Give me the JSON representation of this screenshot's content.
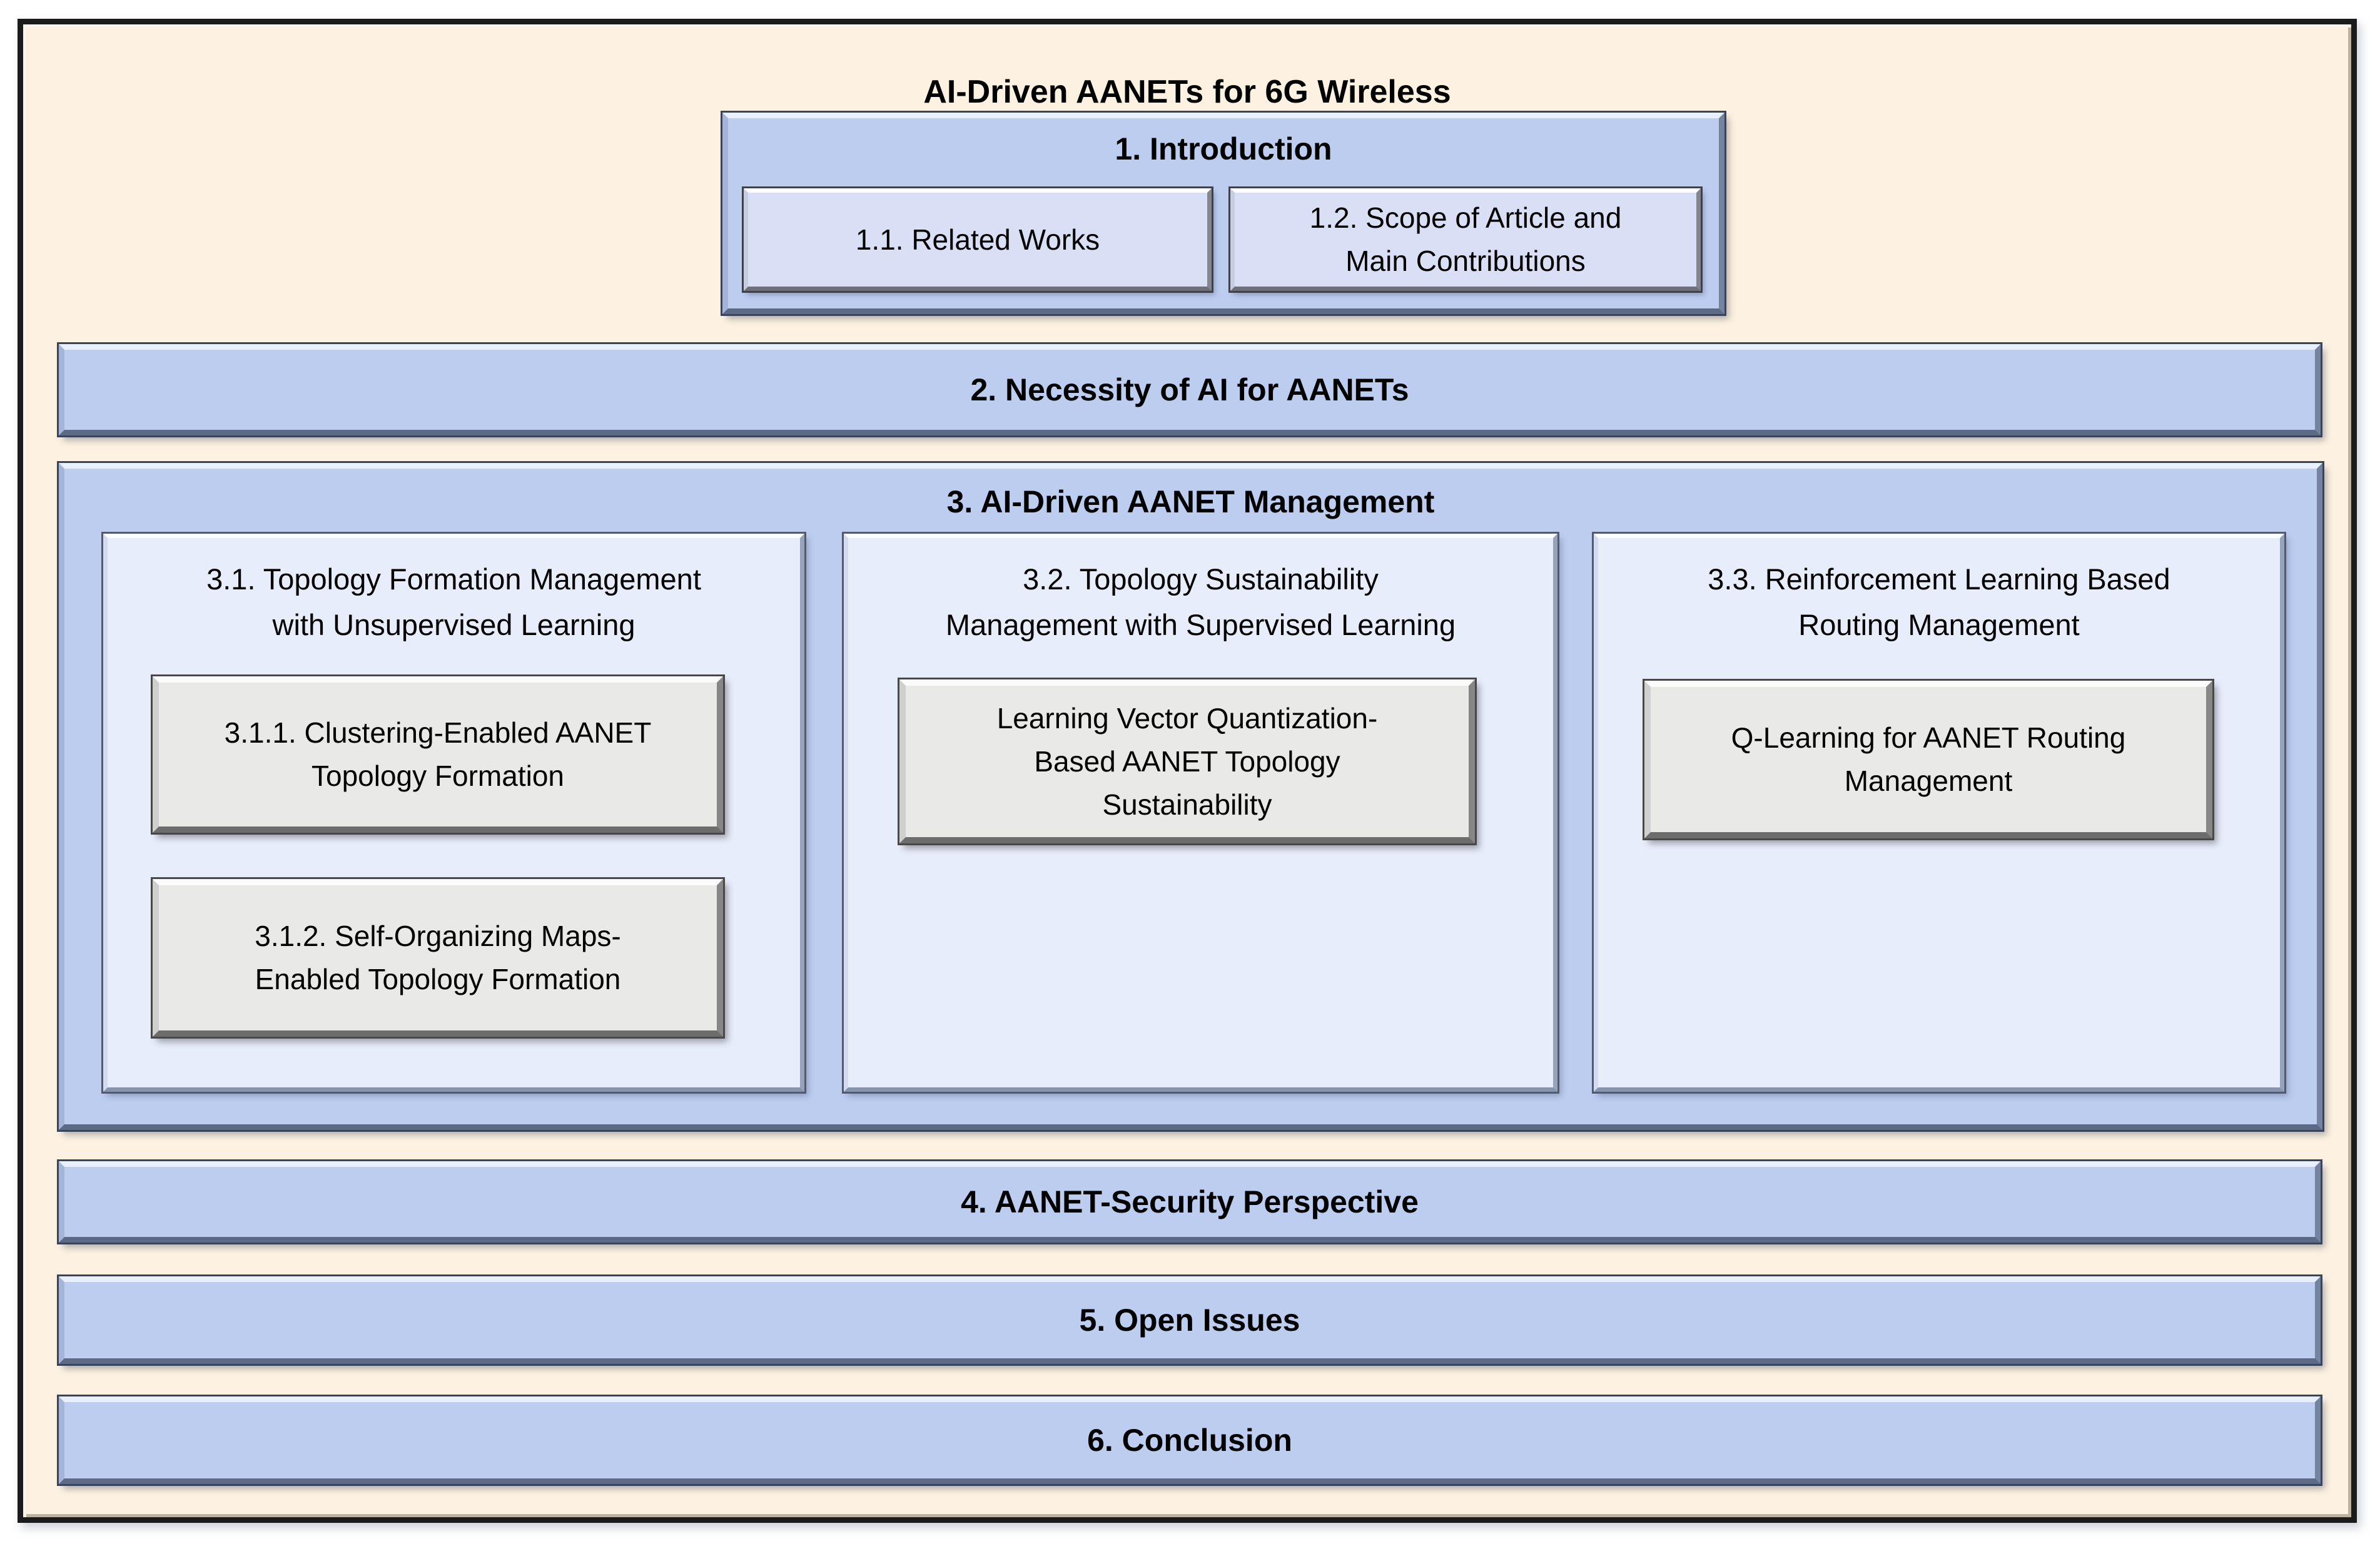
{
  "colors": {
    "frame_border": "#1b1b1b",
    "canvas_bg": "#fdf2e1",
    "periwinkle": "#bccdf0",
    "lavender": "#d9dff5",
    "column_fill": "#e8edfc",
    "gray_fill": "#e9e9e7",
    "text": "#000000"
  },
  "title": "AI-Driven AANETs for 6G Wireless",
  "sections": {
    "intro": {
      "heading": "1. Introduction",
      "sub1": "1.1. Related Works",
      "sub2": "1.2. Scope of Article and\nMain Contributions"
    },
    "necessity": "2. Necessity of AI for AANETs",
    "management": {
      "heading": "3. AI-Driven AANET Management",
      "col1": {
        "heading": "3.1. Topology Formation Management\nwith Unsupervised Learning",
        "box1": "3.1.1. Clustering-Enabled AANET\nTopology Formation",
        "box2": "3.1.2. Self-Organizing Maps-\nEnabled Topology Formation"
      },
      "col2": {
        "heading": "3.2. Topology Sustainability\nManagement with Supervised Learning",
        "box1": "Learning Vector Quantization-\nBased AANET Topology\nSustainability"
      },
      "col3": {
        "heading": "3.3. Reinforcement Learning Based\nRouting Management",
        "box1": "Q-Learning for AANET Routing\nManagement"
      }
    },
    "security": "4. AANET-Security Perspective",
    "open_issues": "5. Open Issues",
    "conclusion": "6. Conclusion"
  }
}
